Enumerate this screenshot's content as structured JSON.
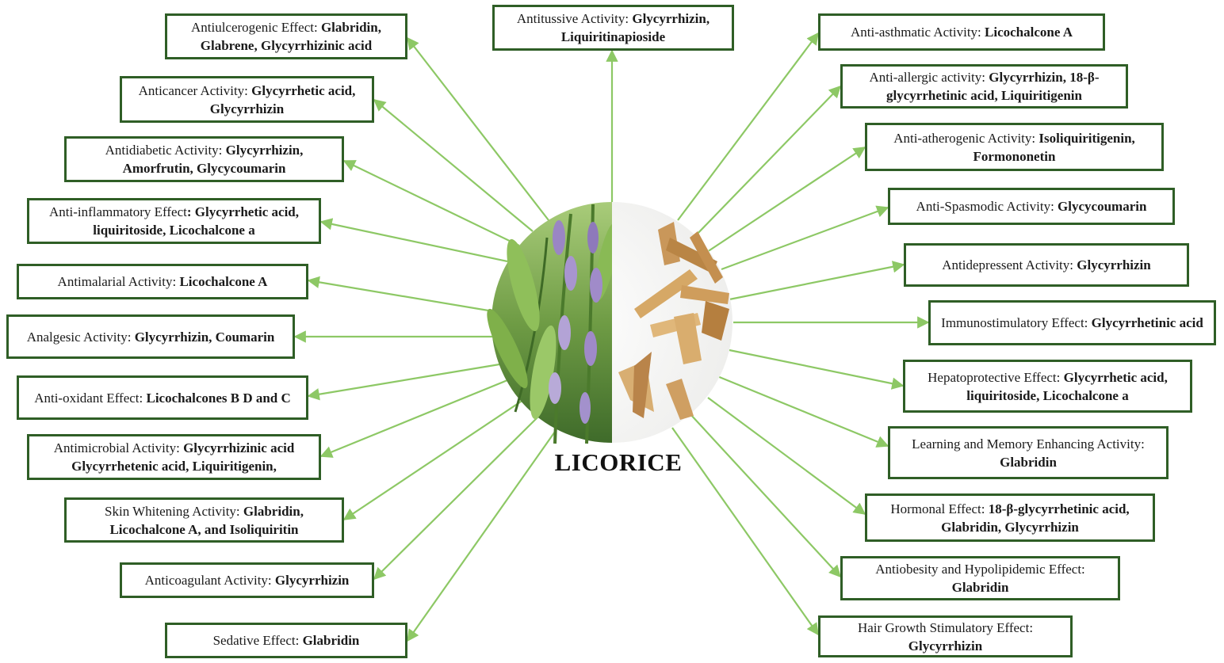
{
  "center_label": "LICORICE",
  "colors": {
    "box_border": "#2f5e26",
    "arrow": "#8dc865",
    "plant_green": "#5f8c3a",
    "root_tan": "#c9975a"
  },
  "left_boxes": [
    {
      "label": "Antiulcerogenic Effect: ",
      "compounds": "Glabridin, Glabrene, Glycyrrhizinic acid"
    },
    {
      "label": "Anticancer Activity: ",
      "compounds": "Glycyrrhetic acid, Glycyrrhizin"
    },
    {
      "label": "Antidiabetic Activity: ",
      "compounds": "Glycyrrhizin, Amorfrutin, Glycycoumarin"
    },
    {
      "label": "Anti-inflammatory Effect",
      "compounds": ": Glycyrrhetic acid, liquiritoside, Licochalcone a"
    },
    {
      "label": "Antimalarial Activity: ",
      "compounds": "Licochalcone A"
    },
    {
      "label": "Analgesic Activity: ",
      "compounds": "Glycyrrhizin, Coumarin"
    },
    {
      "label": "Anti-oxidant Effect: ",
      "compounds": "Licochalcones B D and C"
    },
    {
      "label": "Antimicrobial Activity: ",
      "compounds": "Glycyrrhizinic acid Glycyrrhetenic acid, Liquiritigenin,"
    },
    {
      "label": "Skin Whitening Activity: ",
      "compounds": "Glabridin, Licochalcone A, and Isoliquiritin"
    },
    {
      "label": "Anticoagulant Activity: ",
      "compounds": "Glycyrrhizin"
    },
    {
      "label": "Sedative Effect: ",
      "compounds": "Glabridin"
    }
  ],
  "top_box": {
    "label": "Antitussive Activity: ",
    "compounds": "Glycyrrhizin, Liquiritinapioside"
  },
  "right_boxes": [
    {
      "label": "Anti-asthmatic Activity: ",
      "compounds": "Licochalcone A"
    },
    {
      "label": "Anti-allergic activity: ",
      "compounds": "Glycyrrhizin, 18-β-glycyrrhetinic acid, Liquiritigenin"
    },
    {
      "label": "Anti-atherogenic Activity: ",
      "compounds": "Isoliquiritigenin, Formononetin"
    },
    {
      "label": "Anti-Spasmodic Activity: ",
      "compounds": "Glycycoumarin"
    },
    {
      "label": "Antidepressent Activity: ",
      "compounds": "Glycyrrhizin"
    },
    {
      "label": "Immunostimulatory Effect: ",
      "compounds": "Glycyrrhetinic acid"
    },
    {
      "label": "Hepatoprotective Effect: ",
      "compounds": "Glycyrrhetic acid, liquiritoside, Licochalcone a"
    },
    {
      "label": "Learning and Memory Enhancing Activity: ",
      "compounds": "Glabridin"
    },
    {
      "label": "Hormonal Effect: ",
      "compounds": "18-β-glycyrrhetinic acid, Glabridin, Glycyrrhizin"
    },
    {
      "label": "Antiobesity and Hypolipidemic Effect: ",
      "compounds": "Glabridin"
    },
    {
      "label": "Hair Growth Stimulatory Effect: ",
      "compounds": "Glycyrrhizin"
    }
  ]
}
